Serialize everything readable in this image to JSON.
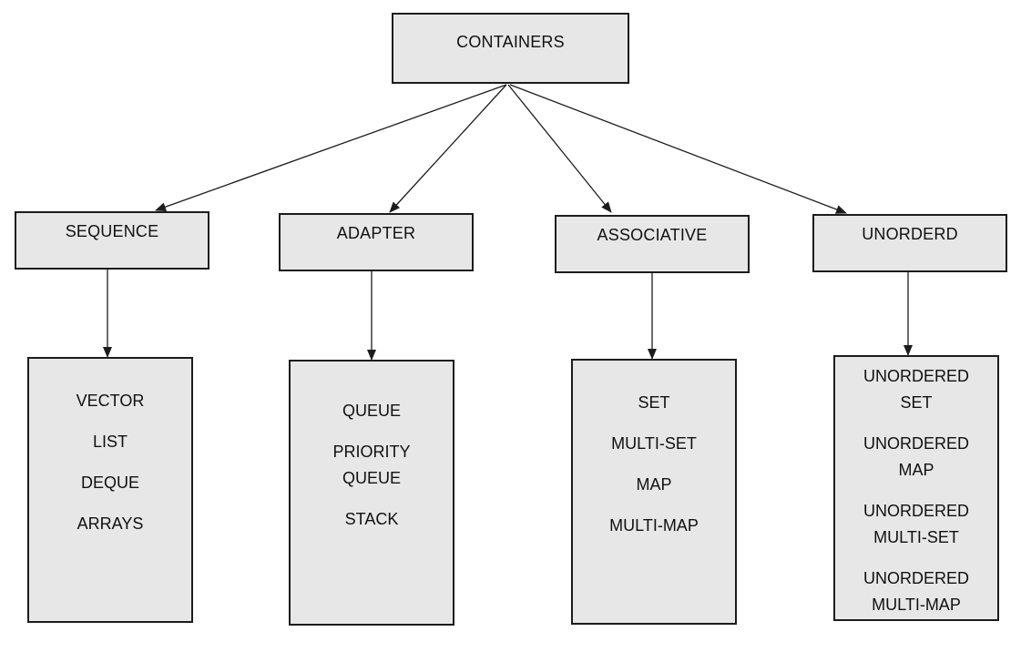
{
  "root": {
    "label": "CONTAINERS"
  },
  "categories": [
    {
      "label": "SEQUENCE",
      "items": [
        "VECTOR",
        "LIST",
        "DEQUE",
        "ARRAYS"
      ]
    },
    {
      "label": "ADAPTER",
      "items": [
        "QUEUE",
        "PRIORITY\nQUEUE",
        "STACK"
      ]
    },
    {
      "label": "ASSOCIATIVE",
      "items": [
        "SET",
        "MULTI-SET",
        "MAP",
        "MULTI-MAP"
      ]
    },
    {
      "label": "UNORDERD",
      "items": [
        "UNORDERED\nSET",
        "UNORDERED\nMAP",
        "UNORDERED\nMULTI-SET",
        "UNORDERED\nMULTI-MAP"
      ]
    }
  ],
  "colors": {
    "box_fill": "#e7e7e7",
    "box_border": "#1c1c1c",
    "arrow": "#1c1c1c"
  }
}
